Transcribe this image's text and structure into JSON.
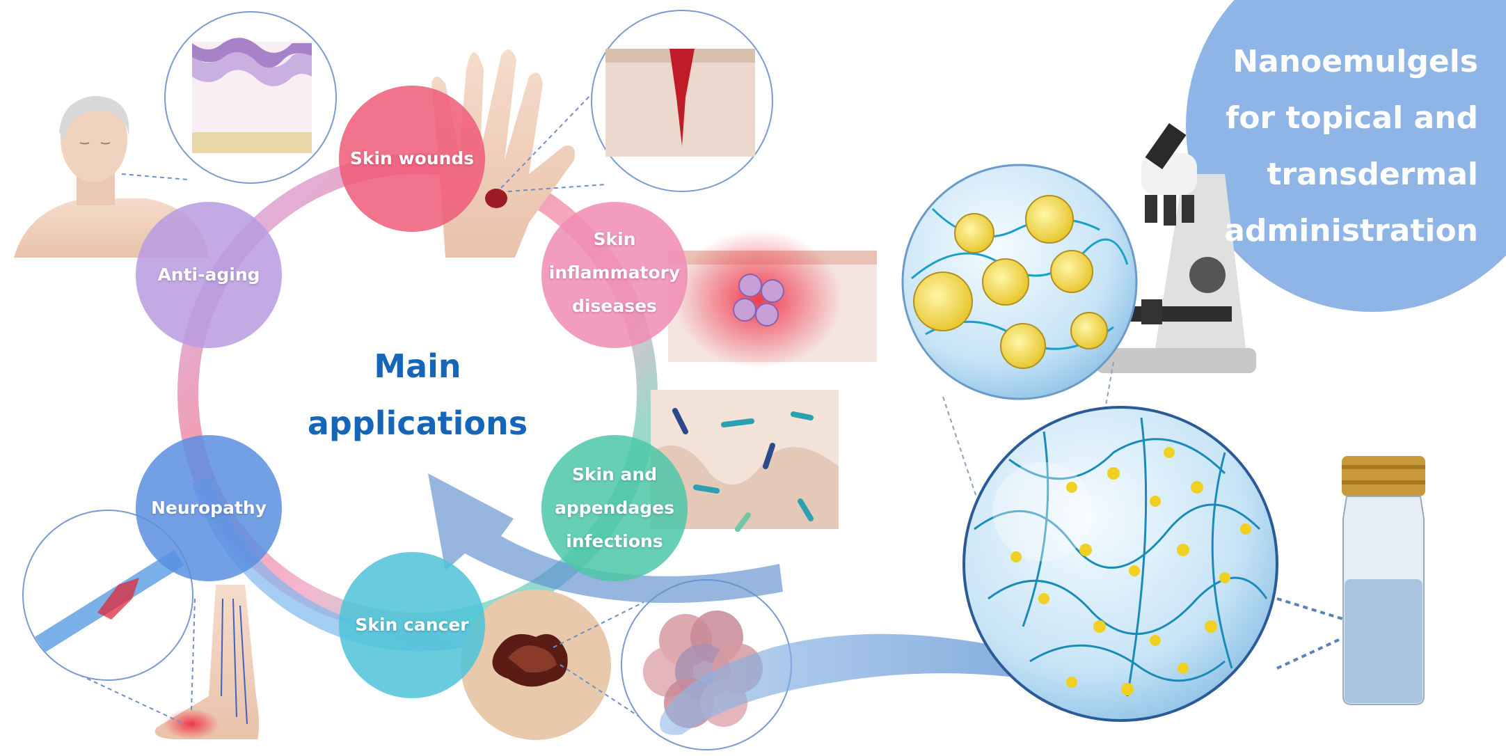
{
  "headline": {
    "line1": "Nanoemulgels",
    "line2": "for topical and",
    "line3": "transdermal",
    "line4": "administration"
  },
  "center": {
    "line1": "Main",
    "line2": "applications"
  },
  "nodes": {
    "skin_wounds": "Skin wounds",
    "inflammatory_1": "Skin",
    "inflammatory_2": "inflammatory",
    "inflammatory_3": "diseases",
    "infections_1": "Skin and",
    "infections_2": "appendages",
    "infections_3": "infections",
    "skin_cancer": "Skin cancer",
    "neuropathy": "Neuropathy",
    "anti_aging": "Anti-aging"
  },
  "colors": {
    "skin_wounds": "#f05a78",
    "inflammatory": "#f08cb4",
    "infections": "#4cc7a8",
    "skin_cancer": "#4dc3d8",
    "neuropathy": "#5b8fe0",
    "anti_aging": "#b89be0",
    "title_blue": "#1565b8",
    "headline_bg": "#8fb4e6"
  }
}
